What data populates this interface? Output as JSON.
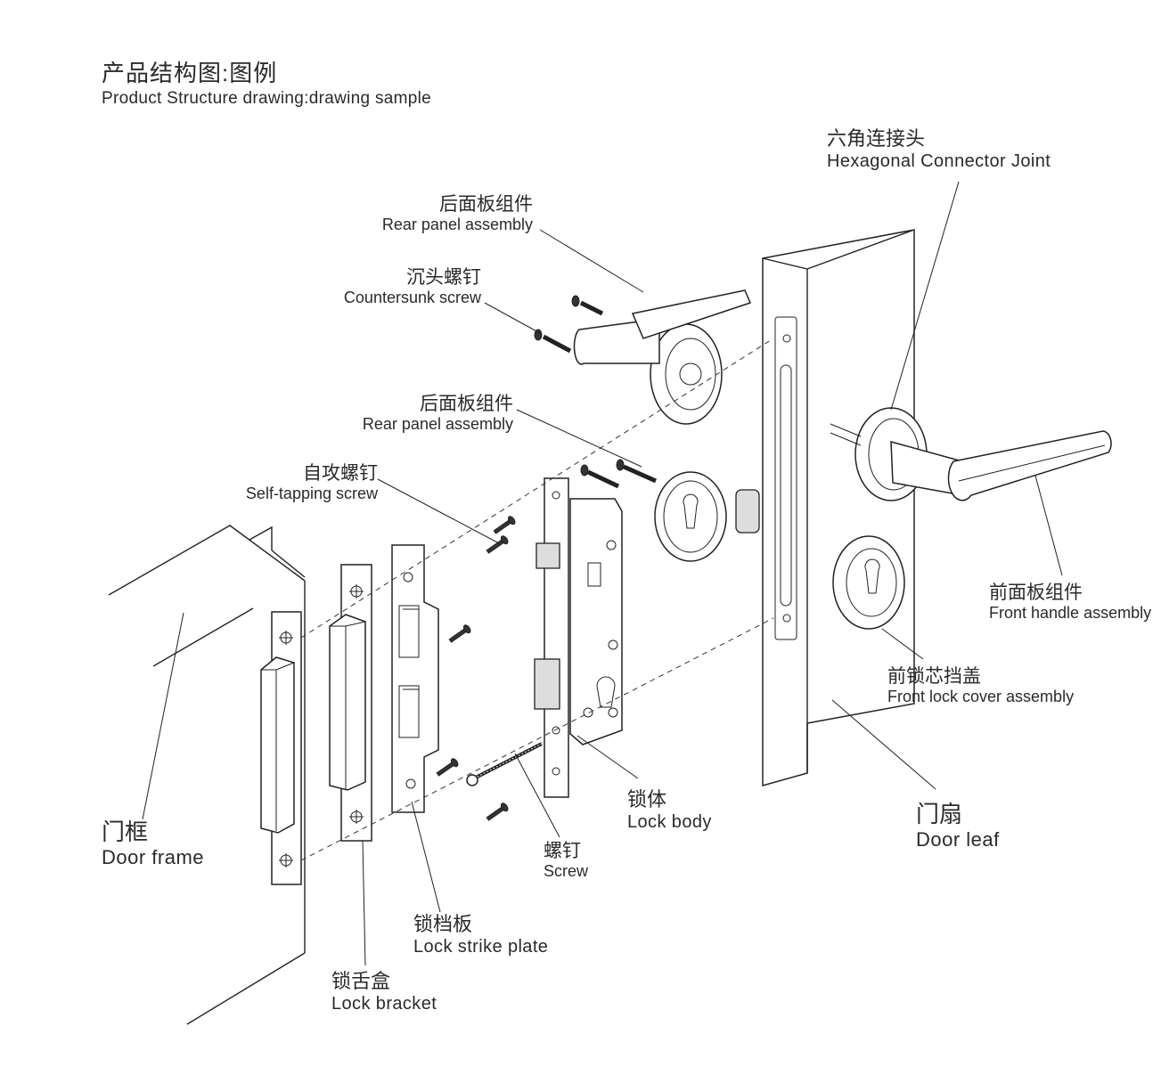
{
  "title": {
    "zh": "产品结构图:图例",
    "en": "Product Structure drawing:drawing sample"
  },
  "labels": {
    "hex_joint": {
      "zh": "六角连接头",
      "en": "Hexagonal Connector Joint"
    },
    "rear_panel_top": {
      "zh": "后面板组件",
      "en": "Rear panel assembly"
    },
    "countersunk": {
      "zh": "沉头螺钉",
      "en": "Countersunk screw"
    },
    "rear_panel_mid": {
      "zh": "后面板组件",
      "en": "Rear panel assembly"
    },
    "self_tapping": {
      "zh": "自攻螺钉",
      "en": "Self-tapping screw"
    },
    "front_handle": {
      "zh": "前面板组件",
      "en": "Front handle assembly"
    },
    "front_cover": {
      "zh": "前锁芯挡盖",
      "en": "Front lock cover assembly"
    },
    "door_frame": {
      "zh": "门框",
      "en": "Door frame"
    },
    "lock_body": {
      "zh": "锁体",
      "en": "Lock body"
    },
    "door_leaf": {
      "zh": "门扇",
      "en": "Door leaf"
    },
    "screw": {
      "zh": "螺钉",
      "en": "Screw"
    },
    "strike_plate": {
      "zh": "锁档板",
      "en": "Lock strike plate"
    },
    "lock_bracket": {
      "zh": "锁舌盒",
      "en": "Lock bracket"
    }
  }
}
